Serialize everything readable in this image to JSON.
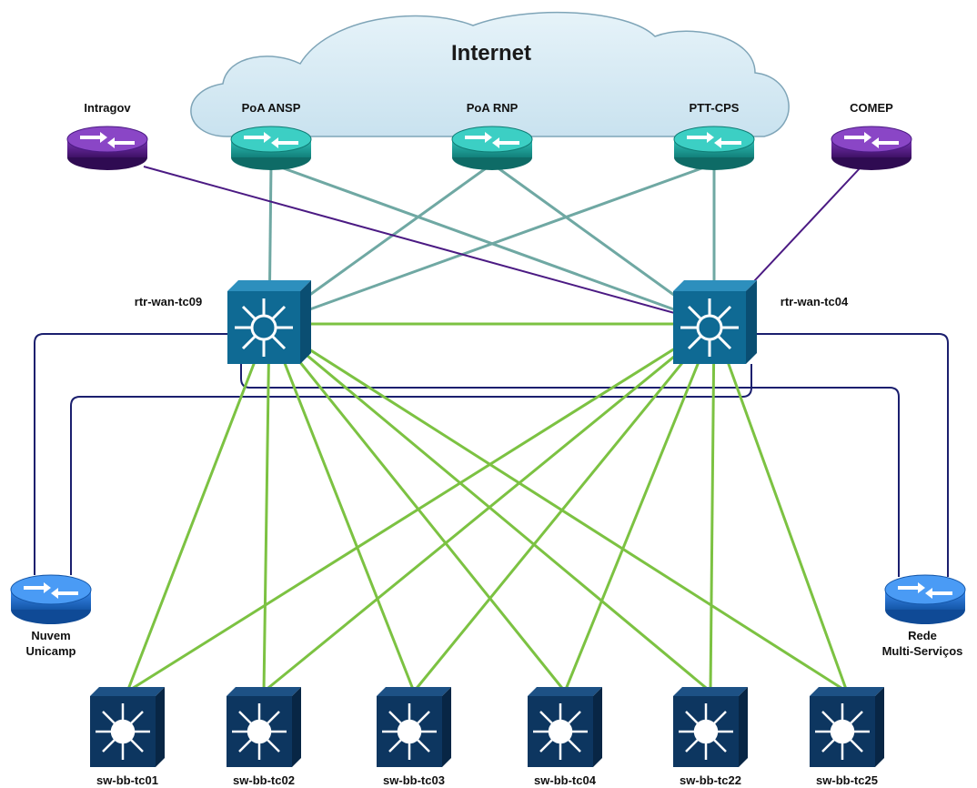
{
  "cloud": {
    "label": "Internet"
  },
  "colors": {
    "uplink": "#6fa8a3",
    "backbone": "#7cc242",
    "partner": "#4b1a83",
    "customer": "#1b1f6e",
    "teal_router": "#1aa29a",
    "purple_router": "#5a1d8c",
    "blue_router": "#1f6fcf",
    "core_switch": "#0f6a94",
    "access_switch": "#0d3660"
  },
  "internet_routers": [
    {
      "id": "poa-ansp",
      "label": "PoA ANSP"
    },
    {
      "id": "poa-rnp",
      "label": "PoA RNP"
    },
    {
      "id": "ptt-cps",
      "label": "PTT-CPS"
    }
  ],
  "partner_routers": [
    {
      "id": "intragov",
      "label": "Intragov"
    },
    {
      "id": "comep",
      "label": "COMEP"
    }
  ],
  "core_switches": [
    {
      "id": "rtr-wan-tc09",
      "label": "rtr-wan-tc09"
    },
    {
      "id": "rtr-wan-tc04",
      "label": "rtr-wan-tc04"
    }
  ],
  "side_routers": [
    {
      "id": "nuvem",
      "label_lines": [
        "Nuvem",
        "Unicamp"
      ]
    },
    {
      "id": "rede",
      "label_lines": [
        "Rede",
        "Multi-Serviços"
      ]
    }
  ],
  "access_switches": [
    {
      "id": "sw-bb-tc01",
      "label": "sw-bb-tc01"
    },
    {
      "id": "sw-bb-tc02",
      "label": "sw-bb-tc02"
    },
    {
      "id": "sw-bb-tc03",
      "label": "sw-bb-tc03"
    },
    {
      "id": "sw-bb-tc04",
      "label": "sw-bb-tc04"
    },
    {
      "id": "sw-bb-tc22",
      "label": "sw-bb-tc22"
    },
    {
      "id": "sw-bb-tc25",
      "label": "sw-bb-tc25"
    }
  ],
  "links": [
    {
      "from": "poa-ansp",
      "to": "rtr-wan-tc09",
      "kind": "uplink"
    },
    {
      "from": "poa-ansp",
      "to": "rtr-wan-tc04",
      "kind": "uplink"
    },
    {
      "from": "poa-rnp",
      "to": "rtr-wan-tc09",
      "kind": "uplink"
    },
    {
      "from": "poa-rnp",
      "to": "rtr-wan-tc04",
      "kind": "uplink"
    },
    {
      "from": "ptt-cps",
      "to": "rtr-wan-tc09",
      "kind": "uplink"
    },
    {
      "from": "ptt-cps",
      "to": "rtr-wan-tc04",
      "kind": "uplink"
    },
    {
      "from": "intragov",
      "to": "rtr-wan-tc04",
      "kind": "partner"
    },
    {
      "from": "comep",
      "to": "rtr-wan-tc04",
      "kind": "partner"
    },
    {
      "from": "rtr-wan-tc09",
      "to": "rtr-wan-tc04",
      "kind": "backbone"
    },
    {
      "from": "rtr-wan-tc09",
      "to": "sw-bb-tc01",
      "kind": "backbone"
    },
    {
      "from": "rtr-wan-tc09",
      "to": "sw-bb-tc02",
      "kind": "backbone"
    },
    {
      "from": "rtr-wan-tc09",
      "to": "sw-bb-tc03",
      "kind": "backbone"
    },
    {
      "from": "rtr-wan-tc09",
      "to": "sw-bb-tc04",
      "kind": "backbone"
    },
    {
      "from": "rtr-wan-tc09",
      "to": "sw-bb-tc22",
      "kind": "backbone"
    },
    {
      "from": "rtr-wan-tc09",
      "to": "sw-bb-tc25",
      "kind": "backbone"
    },
    {
      "from": "rtr-wan-tc04",
      "to": "sw-bb-tc01",
      "kind": "backbone"
    },
    {
      "from": "rtr-wan-tc04",
      "to": "sw-bb-tc02",
      "kind": "backbone"
    },
    {
      "from": "rtr-wan-tc04",
      "to": "sw-bb-tc03",
      "kind": "backbone"
    },
    {
      "from": "rtr-wan-tc04",
      "to": "sw-bb-tc04",
      "kind": "backbone"
    },
    {
      "from": "rtr-wan-tc04",
      "to": "sw-bb-tc22",
      "kind": "backbone"
    },
    {
      "from": "rtr-wan-tc04",
      "to": "sw-bb-tc25",
      "kind": "backbone"
    },
    {
      "from": "rtr-wan-tc09",
      "to": "nuvem",
      "kind": "customer"
    },
    {
      "from": "rtr-wan-tc04",
      "to": "nuvem",
      "kind": "customer"
    },
    {
      "from": "rtr-wan-tc09",
      "to": "rede",
      "kind": "customer"
    },
    {
      "from": "rtr-wan-tc04",
      "to": "rede",
      "kind": "customer"
    }
  ]
}
